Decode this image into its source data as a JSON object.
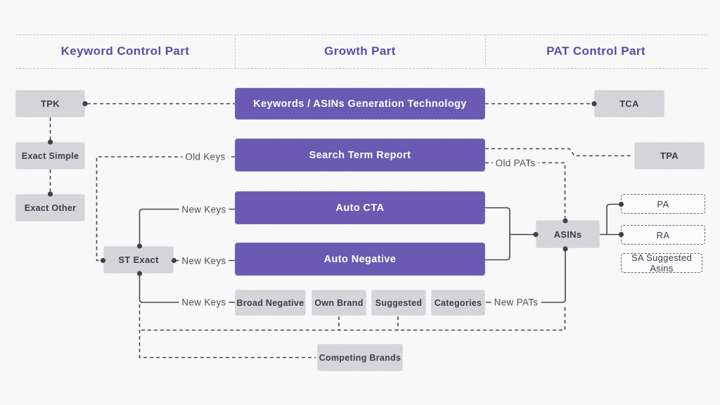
{
  "header": {
    "columns": [
      {
        "label": "Keyword Control Part"
      },
      {
        "label": "Growth Part"
      },
      {
        "label": "PAT Control Part"
      }
    ]
  },
  "nodes": {
    "tpk": "TPK",
    "exact_simple": "Exact Simple",
    "exact_other": "Exact Other",
    "st_exact": "ST Exact",
    "keywords_asins": "Keywords / ASINs Generation Technology",
    "search_term_report": "Search Term Report",
    "auto_cta": "Auto CTA",
    "auto_negative": "Auto Negative",
    "broad_negative": "Broad Negative",
    "own_brand": "Own Brand",
    "suggested": "Suggested",
    "categories": "Categories",
    "competing_brands": "Competing Brands",
    "tca": "TCA",
    "tpa": "TPA",
    "asins": "ASINs",
    "pa": "PA",
    "ra": "RA",
    "sa_suggested_asins": "SA Suggested Asins"
  },
  "edge_labels": {
    "old_keys": "Old Keys",
    "new_keys_top": "New Keys",
    "new_keys_mid": "New Keys",
    "new_keys_bottom": "New Keys",
    "old_pats": "Old PATs",
    "new_pats": "New PATs"
  },
  "colors": {
    "background": "#f8f8f9",
    "purple_box": "#6a5ab3",
    "purple_heading": "#5b4ba6",
    "gray_box": "#d5d4d9",
    "box_text": "#3b3d49",
    "connector": "#45464f",
    "header_rule": "#c7c4da"
  }
}
